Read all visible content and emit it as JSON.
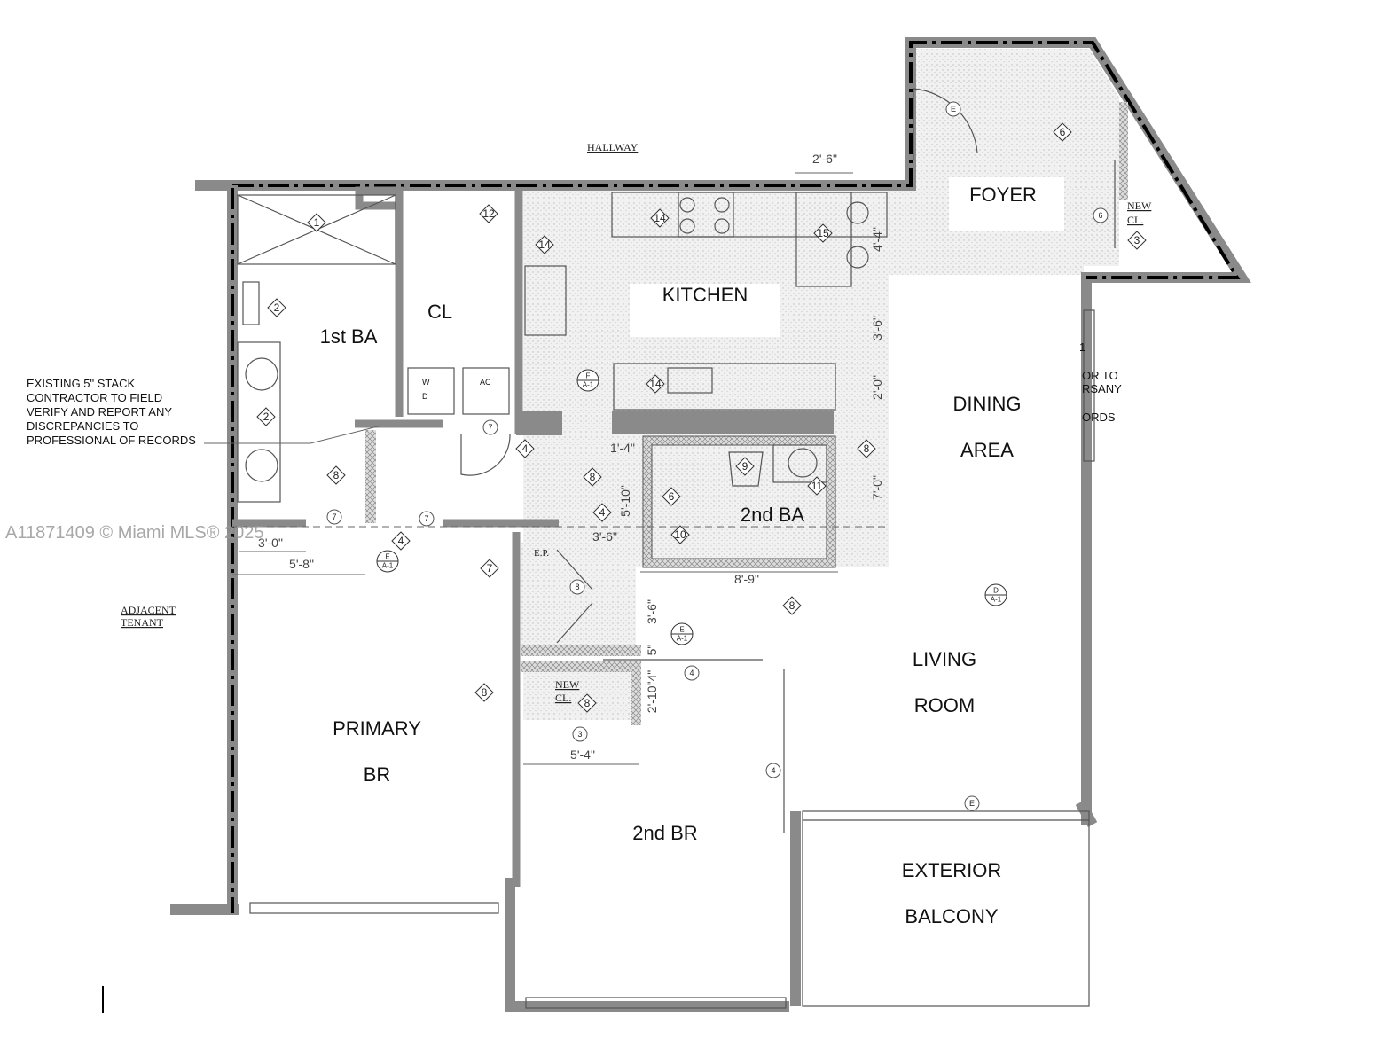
{
  "rooms": {
    "hallway": "HALLWAY",
    "foyer": "FOYER",
    "kitchen": "KITCHEN",
    "first_ba": "1st BA",
    "cl": "CL",
    "dining_1": "DINING",
    "dining_2": "AREA",
    "second_ba": "2nd BA",
    "living_1": "LIVING",
    "living_2": "ROOM",
    "primary_1": "PRIMARY",
    "primary_2": "BR",
    "second_br": "2nd BR",
    "balcony_1": "EXTERIOR",
    "balcony_2": "BALCONY",
    "adjacent_1": "ADJACENT",
    "adjacent_2": "TENANT",
    "new_cl_1": "NEW",
    "new_cl_2": "CL.",
    "new_cl_b1": "NEW",
    "new_cl_b2": "CL."
  },
  "appliances": {
    "washer": "W",
    "dryer": "D",
    "ac": "AC",
    "ep": "E.P."
  },
  "stack_note": [
    "EXISTING 5\" STACK",
    "CONTRACTOR TO FIELD",
    "VERIFY AND REPORT ANY",
    "DISCREPANCIES TO",
    "PROFESSIONAL OF RECORDS"
  ],
  "clipped_note": [
    "1",
    "OR TO",
    "RSANY",
    "ORDS"
  ],
  "dimensions": [
    "2'-6\"",
    "4'-4\"",
    "3'-6\"",
    "2'-0\"",
    "7'-0\"",
    "1'-4\"",
    "5'-10\"",
    "3'-6\"",
    "8'-9\"",
    "3'-6\"",
    "5\"",
    "2'-10\"4\"",
    "5'-4\"",
    "3'-0\"",
    "5'-8\""
  ],
  "diamond_tags": [
    "1",
    "2",
    "2",
    "12",
    "14",
    "14",
    "15",
    "14",
    "8",
    "4",
    "8",
    "4",
    "6",
    "9",
    "10",
    "11",
    "8",
    "8",
    "7",
    "4",
    "8",
    "8",
    "6",
    "3"
  ],
  "circle_tags": [
    "7",
    "7",
    "7",
    "8",
    "4",
    "3",
    "4",
    "6",
    "E",
    "E"
  ],
  "section_markers": [
    {
      "top": "F",
      "bottom": "A-1"
    },
    {
      "top": "E",
      "bottom": "A-1"
    },
    {
      "top": "E",
      "bottom": "A-1"
    },
    {
      "top": "D",
      "bottom": "A-1"
    }
  ],
  "watermark": "A11871409 © Miami MLS® 2025",
  "colors": {
    "wall": "#8a8a8a",
    "wall_centerline": "#000000",
    "floor_stipple": "#e6e6e6"
  }
}
